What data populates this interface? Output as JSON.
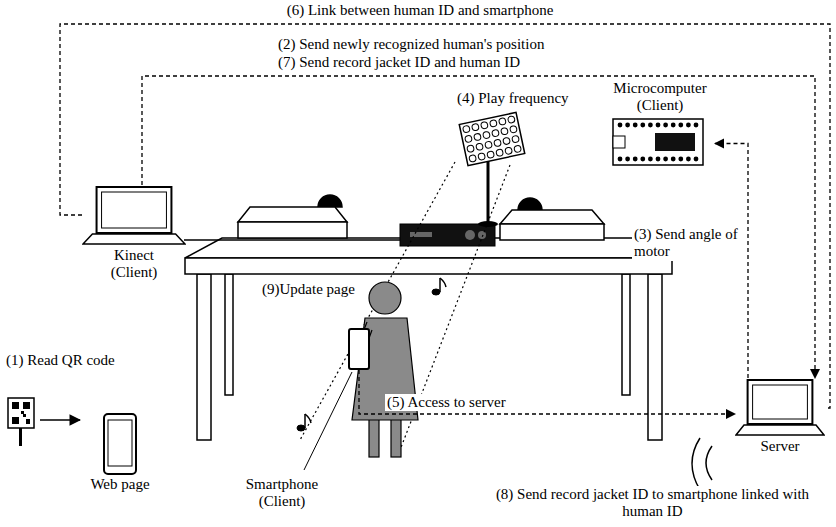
{
  "diagram": {
    "nodes": [
      {
        "text": [
          "Kinect (Client)"
        ]
      },
      {
        "text": [
          "Microcomputer (Client)"
        ]
      },
      {
        "text": [
          "Smartphone (Client)"
        ]
      },
      {
        "text": [
          "Web page"
        ]
      },
      {
        "text": [
          "Server"
        ]
      }
    ],
    "edges": [
      {
        "from": 0,
        "to": 4,
        "label": "(6) Link between human ID and smartphone",
        "arrow": "none"
      },
      {
        "from": 0,
        "to": 4,
        "label": "(2) Send newly recognized human's position",
        "arrow": "to"
      },
      {
        "from": 4,
        "to": 1,
        "label": "(3) Send angle of motor",
        "arrow": "to"
      },
      {
        "from": 2,
        "to": 4,
        "label": "(5) Access to server",
        "arrow": "to"
      }
    ],
    "labels": [
      "(7) Send record jacket ID and human ID",
      "(4) Play frequency",
      "(1) Read QR code",
      "(9)Update page",
      "(8) Send record jacket ID to smartphone linked with human ID"
    ]
  }
}
